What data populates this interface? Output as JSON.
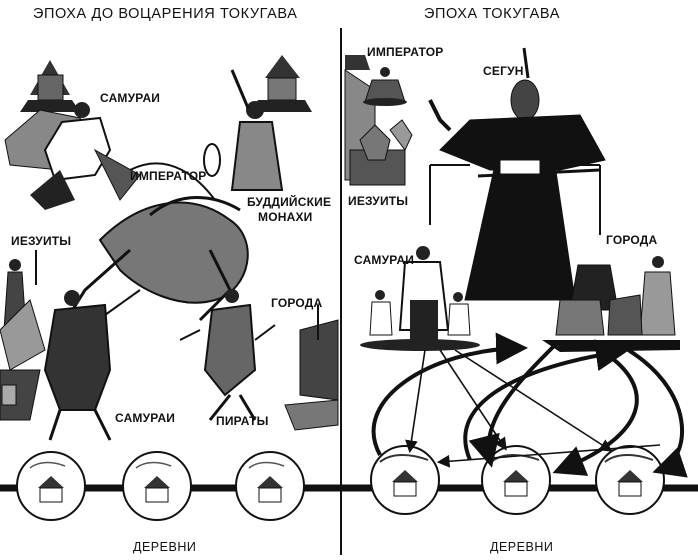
{
  "left": {
    "title": "ЭПОХА ДО ВОЦАРЕНИЯ ТОКУГАВА",
    "labels": {
      "samurai_top": "САМУРАИ",
      "emperor": "ИМПЕРАТОР",
      "monks_line1": "БУДДИЙСКИЕ",
      "monks_line2": "МОНАХИ",
      "jesuits": "ИЕЗУИТЫ",
      "cities": "ГОРОДА",
      "samurai_bottom": "САМУРАИ",
      "pirates": "ПИРАТЫ"
    },
    "villages_label": "ДЕРЕВНИ"
  },
  "right": {
    "title": "ЭПОХА ТОКУГАВА",
    "labels": {
      "emperor": "ИМПЕРАТОР",
      "shogun": "СЕГУН",
      "jesuits": "ИЕЗУИТЫ",
      "samurai": "САМУРАИ",
      "cities": "ГОРОДА"
    },
    "villages_label": "ДЕРЕВНИ"
  },
  "colors": {
    "ink": "#111111",
    "paper": "#ffffff",
    "shade": "#555555"
  }
}
